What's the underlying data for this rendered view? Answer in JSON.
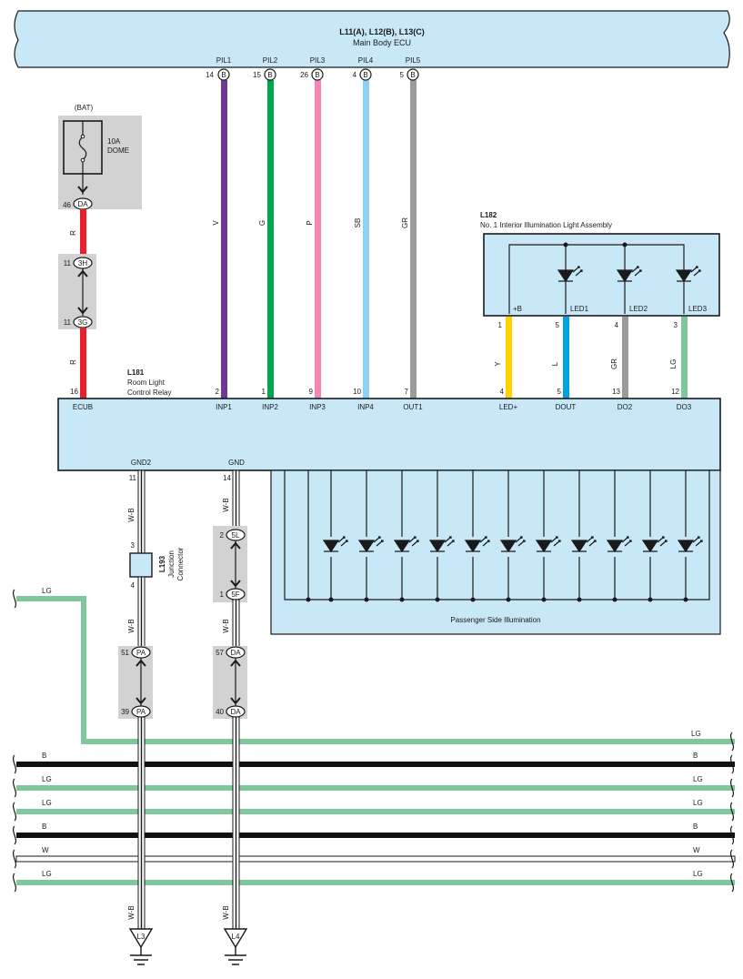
{
  "ecu": {
    "title": "L11(A), L12(B), L13(C)",
    "name": "Main Body ECU",
    "pins": [
      {
        "label": "PIL1",
        "num": "14",
        "conn": "B",
        "color_code": "V",
        "color": "#6f3a96"
      },
      {
        "label": "PIL2",
        "num": "15",
        "conn": "B",
        "color_code": "G",
        "color": "#00a651"
      },
      {
        "label": "PIL3",
        "num": "26",
        "conn": "B",
        "color_code": "P",
        "color": "#f287b7"
      },
      {
        "label": "PIL4",
        "num": "4",
        "conn": "B",
        "color_code": "SB",
        "color": "#8fd3f4"
      },
      {
        "label": "PIL5",
        "num": "5",
        "conn": "B",
        "color_code": "GR",
        "color": "#9b9b9b"
      }
    ]
  },
  "fuse": {
    "source": "(BAT)",
    "rating": "10A",
    "name": "DOME",
    "pin_num": "46",
    "pin_conn": "DA"
  },
  "junction_3": {
    "top_num": "11",
    "top_conn": "3H",
    "bottom_num": "11",
    "bottom_conn": "3G",
    "wire_code": "R"
  },
  "relay": {
    "id": "L181",
    "name_line1": "Room Light",
    "name_line2": "Control Relay",
    "pins": [
      {
        "label": "ECUB",
        "num": "16"
      },
      {
        "label": "INP1",
        "num": "2"
      },
      {
        "label": "INP2",
        "num": "1"
      },
      {
        "label": "INP3",
        "num": "9"
      },
      {
        "label": "INP4",
        "num": "10"
      },
      {
        "label": "OUT1",
        "num": "7"
      },
      {
        "label": "LED+",
        "num": "4"
      },
      {
        "label": "DOUT",
        "num": "5"
      },
      {
        "label": "DO2",
        "num": "13"
      },
      {
        "label": "DO3",
        "num": "12"
      }
    ],
    "gnd_pins": [
      {
        "label": "GND2",
        "num": "11"
      },
      {
        "label": "GND",
        "num": "14"
      }
    ]
  },
  "light_assembly": {
    "id": "L182",
    "name": "No. 1 Interior Illumination Light Assembly",
    "pins": [
      {
        "label": "+B",
        "num": "1",
        "color_code": "Y",
        "color": "#ffd200"
      },
      {
        "label": "LED1",
        "num": "5",
        "color_code": "L",
        "color": "#00a3e0"
      },
      {
        "label": "LED2",
        "num": "4",
        "color_code": "GR",
        "color": "#9b9b9b"
      },
      {
        "label": "LED3",
        "num": "3",
        "color_code": "LG",
        "color": "#7fc79d"
      }
    ]
  },
  "junction_connector": {
    "id": "L193",
    "name_line1": "Junction",
    "name_line2": "Connector",
    "top_num": "3",
    "bottom_num": "4"
  },
  "junction_5": {
    "top_num": "2",
    "top_conn": "5L",
    "bottom_num": "1",
    "bottom_conn": "5F"
  },
  "pa_junction": {
    "top_num": "51",
    "top_conn": "PA",
    "bottom_num": "39",
    "bottom_conn": "PA"
  },
  "da_junction": {
    "top_num": "57",
    "top_conn": "DA",
    "bottom_num": "40",
    "bottom_conn": "DA"
  },
  "passenger_illumination": {
    "label": "Passenger Side Illumination"
  },
  "ground_wire_code": "W-B",
  "grounds": [
    "L3",
    "L4"
  ],
  "bus_lines": [
    {
      "code": "LG",
      "color": "#7fc79d"
    },
    {
      "code": "B",
      "color": "#111111"
    },
    {
      "code": "LG",
      "color": "#7fc79d"
    },
    {
      "code": "LG",
      "color": "#7fc79d"
    },
    {
      "code": "B",
      "color": "#111111"
    },
    {
      "code": "W",
      "color": "#ffffff"
    },
    {
      "code": "LG",
      "color": "#7fc79d"
    }
  ],
  "lg_feed_code": "LG",
  "colors": {
    "component_fill": "#c8e8f8",
    "junction_fill": "#d2d2d2",
    "red_wire": "#e8202a"
  }
}
